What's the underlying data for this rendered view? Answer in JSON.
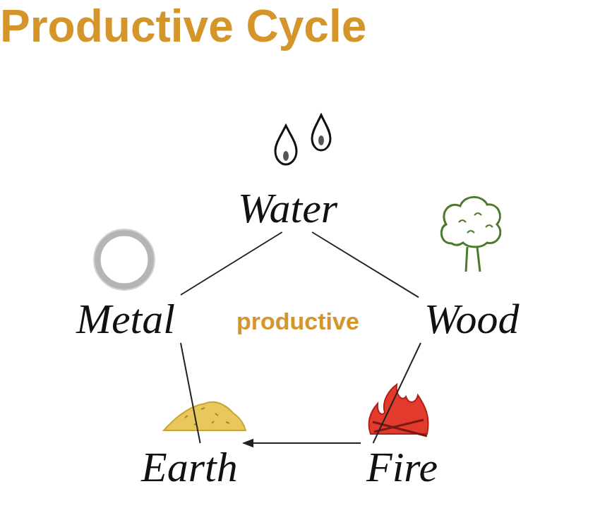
{
  "diagram": {
    "title": "Productive Cycle",
    "nodes": [
      {
        "text": [
          "Water"
        ]
      },
      {
        "text": [
          "Metal"
        ]
      },
      {
        "text": [
          "Wood"
        ]
      },
      {
        "text": [
          "Earth"
        ]
      },
      {
        "text": [
          "Fire"
        ]
      }
    ],
    "edges": [
      {
        "from": 0,
        "to": 2,
        "arrow": "none"
      },
      {
        "from": 2,
        "to": 4,
        "arrow": "none"
      },
      {
        "from": 4,
        "to": 3,
        "arrow": "to"
      },
      {
        "from": 3,
        "to": 1,
        "arrow": "none"
      },
      {
        "from": 1,
        "to": 0,
        "arrow": "none"
      }
    ],
    "labels": [
      "productive"
    ]
  }
}
